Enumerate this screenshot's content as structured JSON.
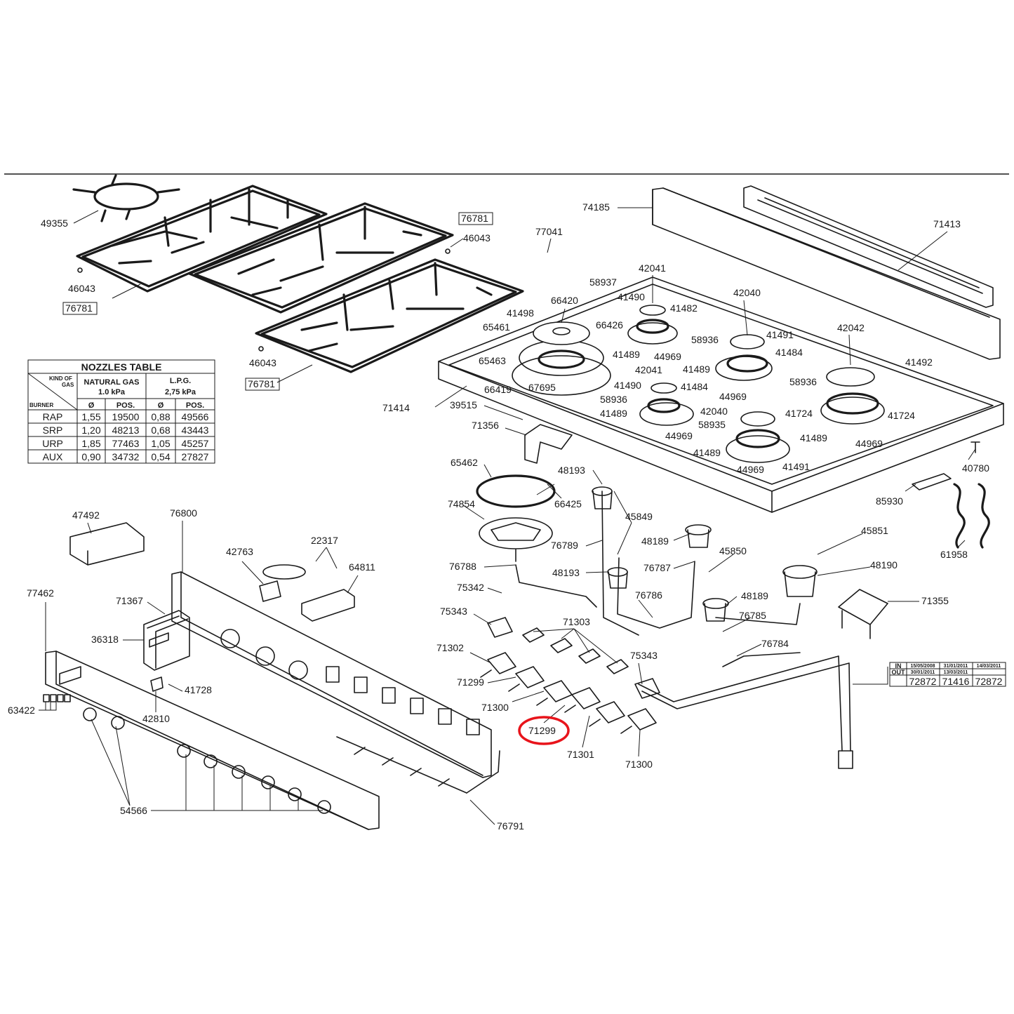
{
  "part_labels": [
    {
      "id": "49355",
      "text": "49355"
    },
    {
      "id": "76781a",
      "text": "76781"
    },
    {
      "id": "46043a",
      "text": "46043"
    },
    {
      "id": "46043b",
      "text": "46043"
    },
    {
      "id": "76781b",
      "text": "76781"
    },
    {
      "id": "46043c",
      "text": "46043"
    },
    {
      "id": "76781c",
      "text": "76781"
    },
    {
      "id": "77041",
      "text": "77041"
    },
    {
      "id": "74185",
      "text": "74185"
    },
    {
      "id": "71413",
      "text": "71413"
    },
    {
      "id": "42041a",
      "text": "42041"
    },
    {
      "id": "58937",
      "text": "58937"
    },
    {
      "id": "41490a",
      "text": "41490"
    },
    {
      "id": "41482",
      "text": "41482"
    },
    {
      "id": "42040a",
      "text": "42040"
    },
    {
      "id": "66420",
      "text": "66420"
    },
    {
      "id": "41498",
      "text": "41498"
    },
    {
      "id": "66426",
      "text": "66426"
    },
    {
      "id": "65461",
      "text": "65461"
    },
    {
      "id": "41489a",
      "text": "41489"
    },
    {
      "id": "44969a",
      "text": "44969"
    },
    {
      "id": "58936a",
      "text": "58936"
    },
    {
      "id": "41491a",
      "text": "41491"
    },
    {
      "id": "41484a",
      "text": "41484"
    },
    {
      "id": "42042",
      "text": "42042"
    },
    {
      "id": "65463",
      "text": "65463"
    },
    {
      "id": "42041b",
      "text": "42041"
    },
    {
      "id": "41489b",
      "text": "41489"
    },
    {
      "id": "41492",
      "text": "41492"
    },
    {
      "id": "41490b",
      "text": "41490"
    },
    {
      "id": "41484b",
      "text": "41484"
    },
    {
      "id": "58936b",
      "text": "58936"
    },
    {
      "id": "66419",
      "text": "66419"
    },
    {
      "id": "67695",
      "text": "67695"
    },
    {
      "id": "44969b",
      "text": "44969"
    },
    {
      "id": "58936c",
      "text": "58936"
    },
    {
      "id": "71414",
      "text": "71414"
    },
    {
      "id": "39515",
      "text": "39515"
    },
    {
      "id": "41489c",
      "text": "41489"
    },
    {
      "id": "42040b",
      "text": "42040"
    },
    {
      "id": "41724a",
      "text": "41724"
    },
    {
      "id": "41724b",
      "text": "41724"
    },
    {
      "id": "58935",
      "text": "58935"
    },
    {
      "id": "71356",
      "text": "71356"
    },
    {
      "id": "44969c",
      "text": "44969"
    },
    {
      "id": "41489d",
      "text": "41489"
    },
    {
      "id": "44969d",
      "text": "44969"
    },
    {
      "id": "40780",
      "text": "40780"
    },
    {
      "id": "41489e",
      "text": "41489"
    },
    {
      "id": "65462",
      "text": "65462"
    },
    {
      "id": "48193a",
      "text": "48193"
    },
    {
      "id": "41491b",
      "text": "41491"
    },
    {
      "id": "44969e",
      "text": "44969"
    },
    {
      "id": "66425",
      "text": "66425"
    },
    {
      "id": "85930",
      "text": "85930"
    },
    {
      "id": "74854",
      "text": "74854"
    },
    {
      "id": "45849",
      "text": "45849"
    },
    {
      "id": "47492",
      "text": "47492"
    },
    {
      "id": "76800",
      "text": "76800"
    },
    {
      "id": "45851",
      "text": "45851"
    },
    {
      "id": "48189a",
      "text": "48189"
    },
    {
      "id": "76789",
      "text": "76789"
    },
    {
      "id": "22317",
      "text": "22317"
    },
    {
      "id": "45850",
      "text": "45850"
    },
    {
      "id": "61958",
      "text": "61958"
    },
    {
      "id": "42763",
      "text": "42763"
    },
    {
      "id": "64811",
      "text": "64811"
    },
    {
      "id": "76788",
      "text": "76788"
    },
    {
      "id": "48190",
      "text": "48190"
    },
    {
      "id": "76787",
      "text": "76787"
    },
    {
      "id": "48193b",
      "text": "48193"
    },
    {
      "id": "75342",
      "text": "75342"
    },
    {
      "id": "77462",
      "text": "77462"
    },
    {
      "id": "71367",
      "text": "71367"
    },
    {
      "id": "76786",
      "text": "76786"
    },
    {
      "id": "48189b",
      "text": "48189"
    },
    {
      "id": "71355",
      "text": "71355"
    },
    {
      "id": "75343a",
      "text": "75343"
    },
    {
      "id": "76785",
      "text": "76785"
    },
    {
      "id": "71303",
      "text": "71303"
    },
    {
      "id": "36318",
      "text": "36318"
    },
    {
      "id": "76784",
      "text": "76784"
    },
    {
      "id": "71302",
      "text": "71302"
    },
    {
      "id": "75343b",
      "text": "75343"
    },
    {
      "id": "71299a",
      "text": "71299"
    },
    {
      "id": "41728",
      "text": "41728"
    },
    {
      "id": "71300a",
      "text": "71300"
    },
    {
      "id": "63422",
      "text": "63422"
    },
    {
      "id": "42810",
      "text": "42810"
    },
    {
      "id": "71299b",
      "text": "71299"
    },
    {
      "id": "71301",
      "text": "71301"
    },
    {
      "id": "71300b",
      "text": "71300"
    },
    {
      "id": "54566",
      "text": "54566"
    },
    {
      "id": "76791",
      "text": "76791"
    }
  ],
  "nozzles_table": {
    "title": "NOZZLES TABLE",
    "kind_of": "KIND OF",
    "gas": "GAS",
    "burner": "BURNER",
    "natural_gas": "NATURAL GAS",
    "natural_pressure": "1.0 kPa",
    "lpg": "L.P.G.",
    "lpg_pressure": "2,75 kPa",
    "col_diam": "Ø",
    "col_pos": "POS.",
    "rows": [
      {
        "burner": "RAP",
        "ng_d": "1,55",
        "ng_pos": "19500",
        "lpg_d": "0,88",
        "lpg_pos": "49566"
      },
      {
        "burner": "SRP",
        "ng_d": "1,20",
        "ng_pos": "48213",
        "lpg_d": "0,68",
        "lpg_pos": "43443"
      },
      {
        "burner": "URP",
        "ng_d": "1,85",
        "ng_pos": "77463",
        "lpg_d": "1,05",
        "lpg_pos": "45257"
      },
      {
        "burner": "AUX",
        "ng_d": "0,90",
        "ng_pos": "34732",
        "lpg_d": "0,54",
        "lpg_pos": "27827"
      }
    ]
  },
  "revision_table": {
    "in_label": "IN",
    "out_label": "OUT",
    "in_dates": [
      "15/05/2008",
      "31/01/2011",
      "14/03/2011"
    ],
    "out_dates": [
      "30/01/2011",
      "13/03/2011",
      ""
    ],
    "codes": [
      "72872",
      "71416",
      "72872"
    ]
  },
  "highlight": {
    "label_id": "71299b",
    "color": "#e8141b"
  },
  "colors": {
    "line": "#1a1a1a",
    "background": "#ffffff"
  }
}
